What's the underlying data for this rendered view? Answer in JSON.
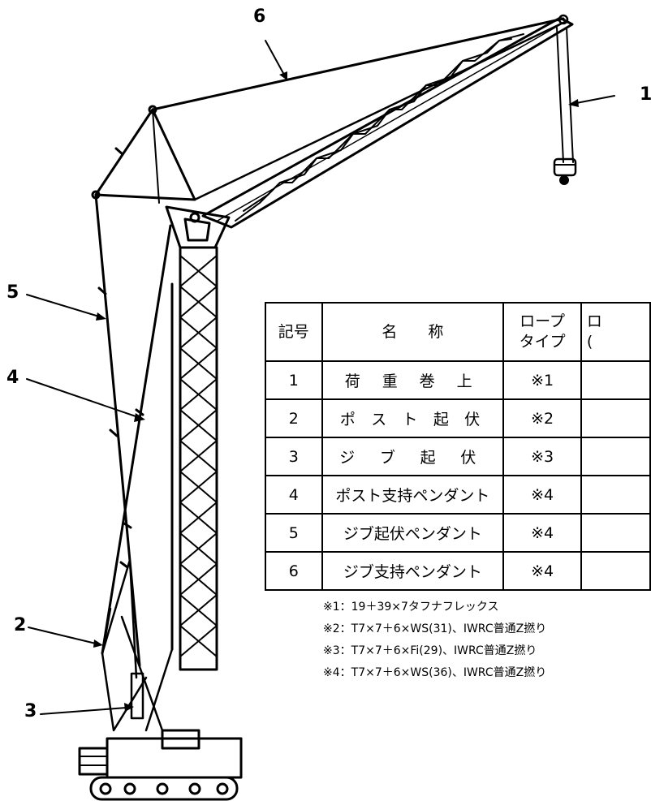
{
  "callouts": [
    "1",
    "2",
    "3",
    "4",
    "5",
    "6"
  ],
  "table": {
    "headers": {
      "no": "記号",
      "name": "名　　称",
      "type_line1": "ロープ",
      "type_line2": "タイプ",
      "extra_line1": "ロ",
      "extra_line2": "("
    },
    "rows": [
      {
        "no": "1",
        "name": "荷 重 巻 上",
        "type": "※1"
      },
      {
        "no": "2",
        "name": "ポ ス ト 起 伏",
        "type": "※2"
      },
      {
        "no": "3",
        "name": "ジ ブ 起 伏",
        "type": "※3"
      },
      {
        "no": "4",
        "name": "ポスト支持ペンダント",
        "type": "※4"
      },
      {
        "no": "5",
        "name": "ジブ起伏ペンダント",
        "type": "※4"
      },
      {
        "no": "6",
        "name": "ジブ支持ペンダント",
        "type": "※4"
      }
    ]
  },
  "notes": [
    "※1：19＋39×7タフナフレックス",
    "※2：T7×7＋6×WS(31)、IWRC普通Z撚り",
    "※3：T7×7＋6×Fi(29)、IWRC普通Z撚り",
    "※4：T7×7＋6×WS(36)、IWRC普通Z撚り"
  ]
}
